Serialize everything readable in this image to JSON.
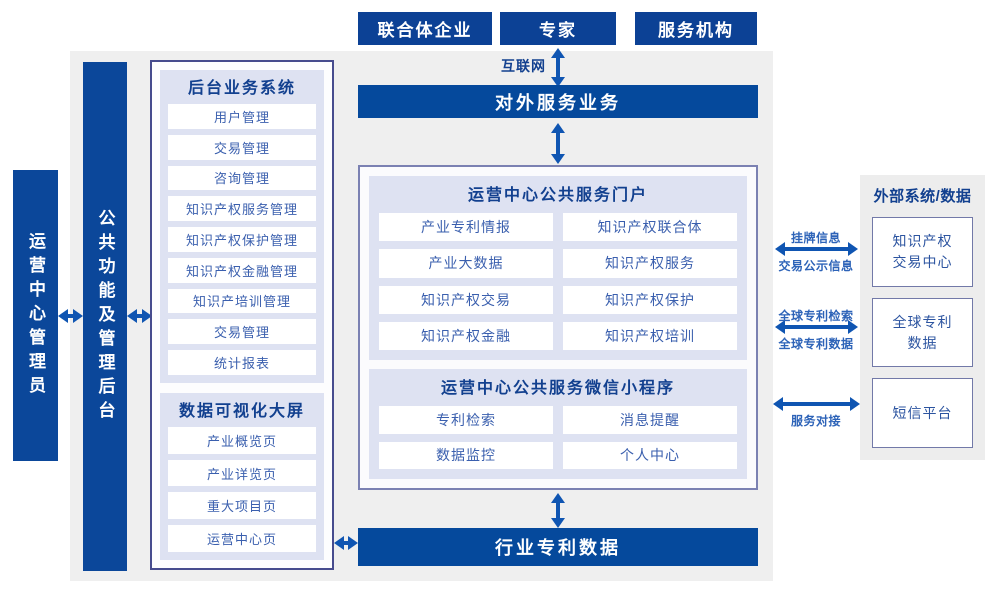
{
  "colors": {
    "bar_blue": "#05499c",
    "actor_blue": "#0c4195",
    "arrow_blue": "#0f55b2",
    "title_navy": "#12408f",
    "item_text_blue": "#3a5fae",
    "lavender_panel": "#dee2f2",
    "gray_background": "#efefef"
  },
  "top_actors": {
    "items": [
      "联合体企业",
      "专家",
      "服务机构"
    ]
  },
  "internet": {
    "label": "互联网"
  },
  "bars": {
    "external_service": "对外服务业务",
    "industry_data": "行业专利数据"
  },
  "left_column": {
    "admin": "运营中心管理员",
    "backend": "公共功能及管理后台"
  },
  "backend_system": {
    "title": "后台业务系统",
    "items": [
      "用户管理",
      "交易管理",
      "咨询管理",
      "知识产权服务管理",
      "知识产权保护管理",
      "知识产权金融管理",
      "知识产培训管理",
      "交易管理",
      "统计报表"
    ]
  },
  "data_screen": {
    "title": "数据可视化大屏",
    "items": [
      "产业概览页",
      "产业详览页",
      "重大项目页",
      "运营中心页"
    ]
  },
  "portal": {
    "title": "运营中心公共服务门户",
    "items": [
      "产业专利情报",
      "知识产权联合体",
      "产业大数据",
      "知识产权服务",
      "知识产权交易",
      "知识产权保护",
      "知识产权金融",
      "知识产权培训"
    ]
  },
  "mini_program": {
    "title": "运营中心公共服务微信小程序",
    "items": [
      "专利检索",
      "消息提醒",
      "数据监控",
      "个人中心"
    ]
  },
  "external_systems": {
    "title": "外部系统/数据",
    "boxes": [
      {
        "lines": [
          "知识产权",
          "交易中心"
        ]
      },
      {
        "lines": [
          "全球专利",
          "数据"
        ]
      },
      {
        "lines": [
          "短信平台"
        ]
      }
    ]
  },
  "link_labels": [
    {
      "above": "挂牌信息",
      "below": "交易公示信息"
    },
    {
      "above": "全球专利检索",
      "below": "全球专利数据"
    },
    {
      "above": "",
      "below": "服务对接"
    }
  ]
}
